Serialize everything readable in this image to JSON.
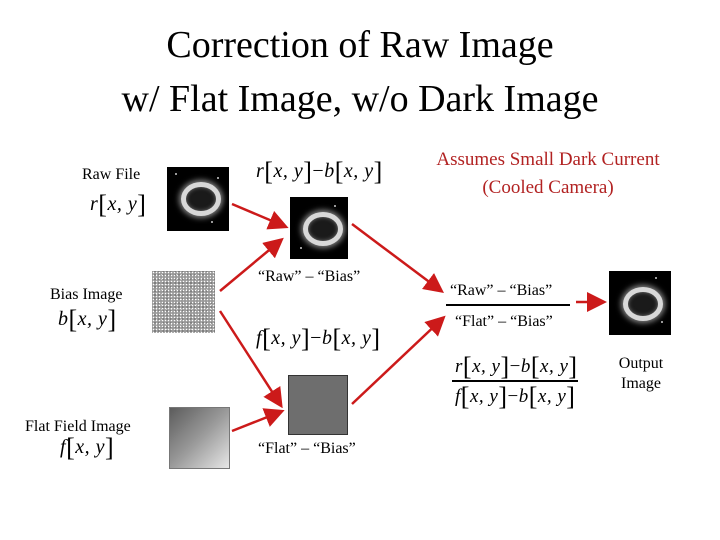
{
  "title": {
    "line1": "Correction of Raw Image",
    "line2": "w/ Flat Image, w/o Dark Image"
  },
  "note": {
    "line1": "Assumes Small Dark Current",
    "line2": "(Cooled Camera)",
    "color": "#b22222"
  },
  "inputs": {
    "raw_label": "Raw File",
    "raw_func": "r",
    "bias_label": "Bias Image",
    "bias_func": "b",
    "flat_label": "Flat Field Image",
    "flat_func": "f",
    "args": "x, y"
  },
  "middle": {
    "raw_minus_bias": "“Raw” – “Bias”",
    "flat_minus_bias": "“Flat” – “Bias”",
    "top_formula": {
      "f1": "r",
      "minus": "−",
      "f2": "b"
    },
    "mid_formula": {
      "f1": "f",
      "minus": "−",
      "f2": "b"
    }
  },
  "right": {
    "numerator_label": "“Raw” – “Bias”",
    "denominator_label": "“Flat” – “Bias”",
    "num_formula": {
      "f1": "r",
      "minus": "−",
      "f2": "b"
    },
    "den_formula": {
      "f1": "f",
      "minus": "−",
      "f2": "b"
    },
    "output_line1": "Output",
    "output_line2": "Image"
  },
  "arrow_color": "#cc1a1a"
}
